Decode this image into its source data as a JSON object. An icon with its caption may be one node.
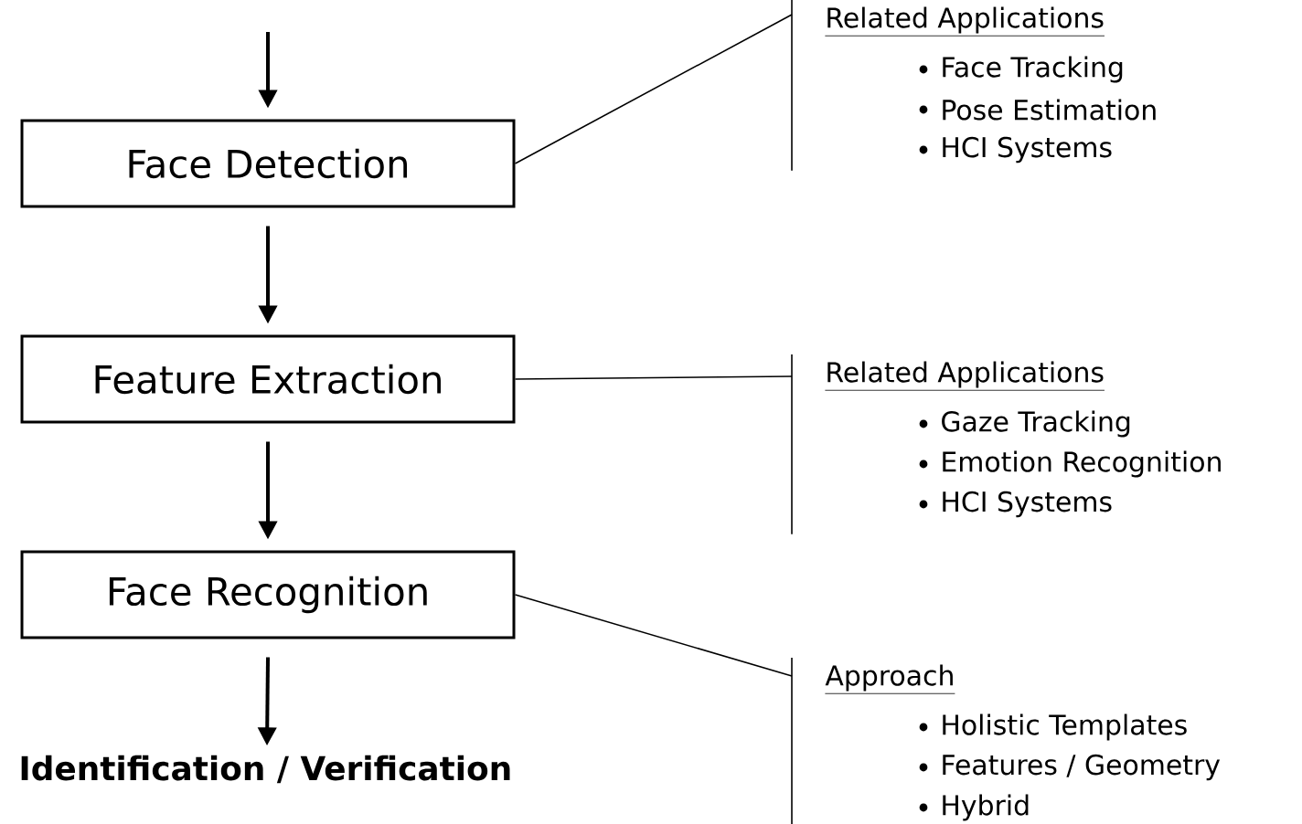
{
  "diagram": {
    "nodes": [
      {
        "text": [
          "Face Detection"
        ]
      },
      {
        "text": [
          "Feature Extraction"
        ]
      },
      {
        "text": [
          "Face Recognition"
        ]
      },
      {
        "text": [
          "Identification / Verification"
        ]
      },
      {
        "text": [
          "Related Applications",
          "Face Tracking",
          "Pose Estimation",
          "HCI Systems"
        ]
      },
      {
        "text": [
          "Related Applications",
          "Gaze Tracking",
          "Emotion Recognition",
          "HCI Systems"
        ]
      },
      {
        "text": [
          "Approach",
          "Holistic Templates",
          "Features / Geometry",
          "Hybrid"
        ]
      }
    ],
    "edges": [
      {
        "from": null,
        "to": 0,
        "arrow": "to"
      },
      {
        "from": 0,
        "to": 1,
        "arrow": "to"
      },
      {
        "from": 1,
        "to": 2,
        "arrow": "to"
      },
      {
        "from": 2,
        "to": 3,
        "arrow": "to"
      },
      {
        "from": 0,
        "to": 4,
        "arrow": "none"
      },
      {
        "from": 1,
        "to": 5,
        "arrow": "none"
      },
      {
        "from": 2,
        "to": 6,
        "arrow": "none"
      }
    ]
  }
}
